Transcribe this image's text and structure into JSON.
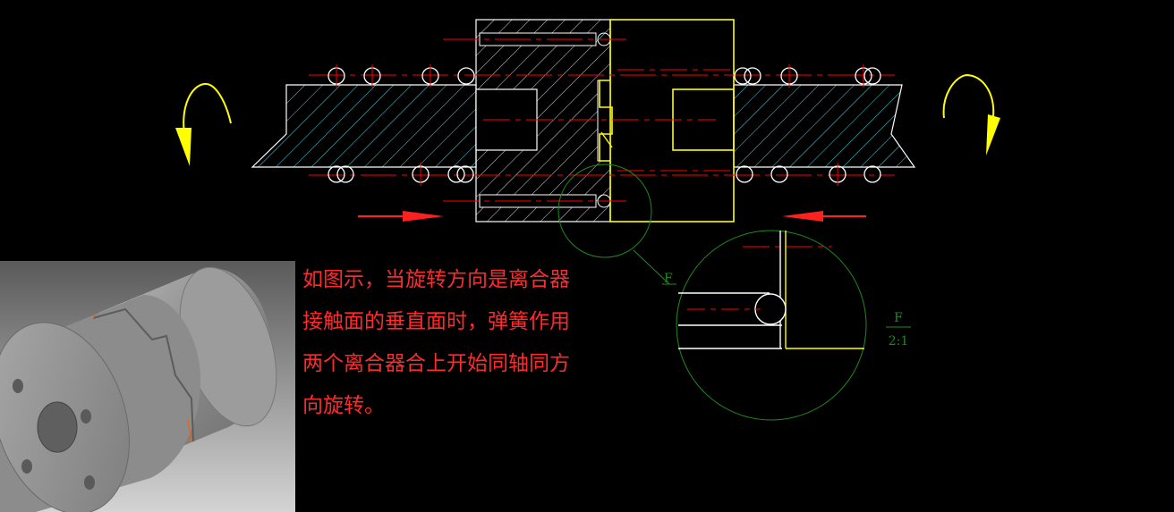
{
  "canvas": {
    "background": "#000000"
  },
  "colors": {
    "white": "#ffffff",
    "yellow": "#ffff00",
    "red": "#ff0000",
    "cyan_hatch": "#4fd6e6",
    "green": "#1f8a1f",
    "note_text": "#ff2a2a",
    "arrow_yellow": "#ffff00"
  },
  "note": {
    "lines": [
      "如图示，当旋转方向是离合器",
      "接触面的垂直面时，弹簧作用",
      "两个离合器合上开始同轴同方",
      "向旋转。"
    ]
  },
  "detail": {
    "callout_label": "F",
    "scale_label_top": "F",
    "scale_label_bottom": "2:1"
  },
  "icons": {
    "left_rotation": "curved-arrow-down-left-icon",
    "right_rotation": "curved-arrow-down-right-icon",
    "left_push": "push-arrow-right-icon",
    "right_push": "push-arrow-left-icon"
  }
}
